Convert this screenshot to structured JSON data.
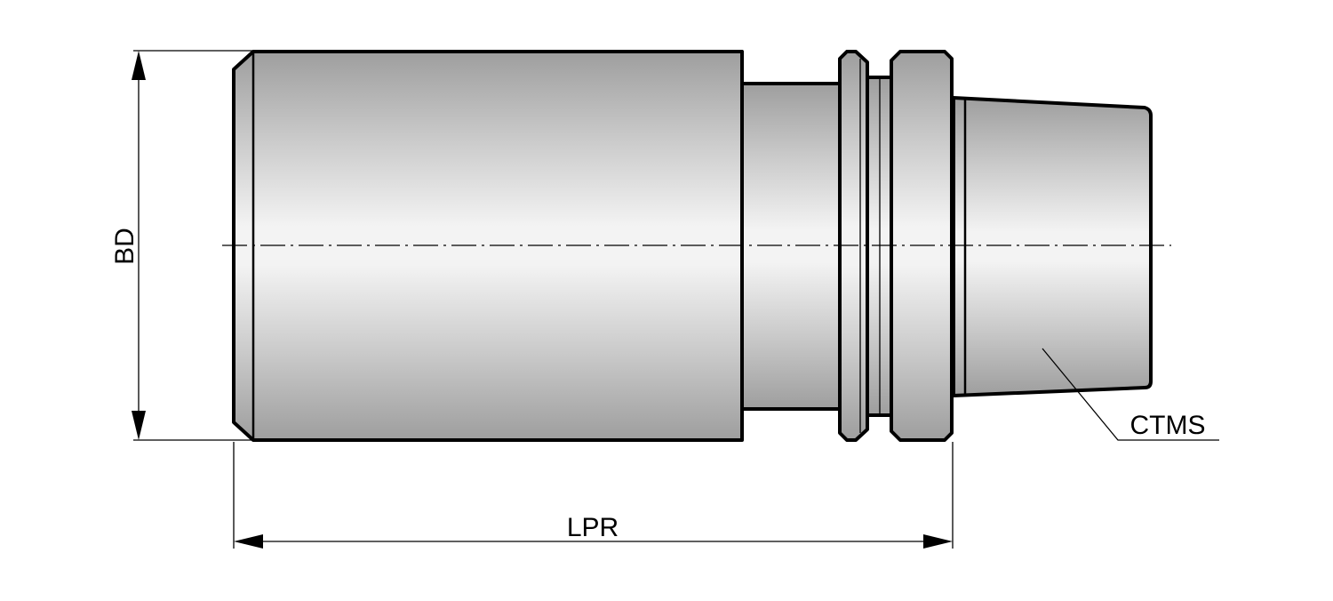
{
  "dimensions": {
    "bore_diameter_label": "BD",
    "length_label": "LPR",
    "taper_label": "CTMS"
  },
  "colors": {
    "line": "#000000",
    "shade_dark": "#9c9c9c",
    "shade_light": "#f4f4f4",
    "background": "#ffffff"
  }
}
